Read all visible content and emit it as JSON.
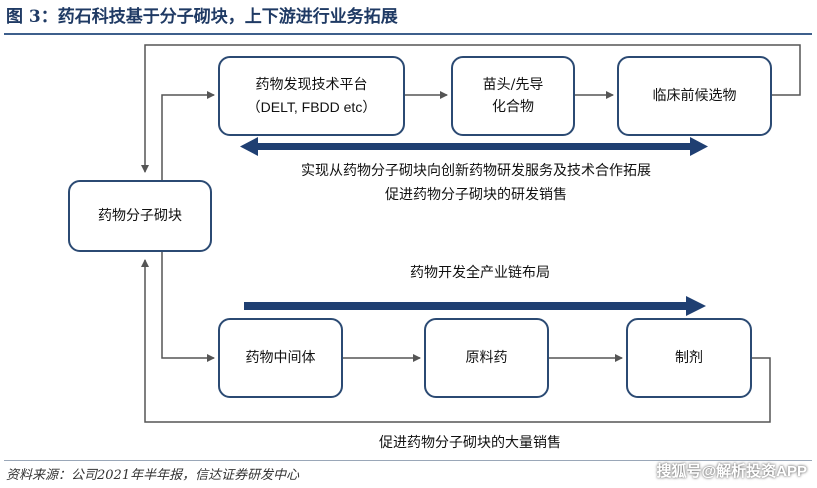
{
  "title": "图 3：药石科技基于分子砌块，上下游进行业务拓展",
  "nodes": {
    "building_blocks": "药物分子砌块",
    "discovery_platform": "药物发现技术平台",
    "discovery_platform_sub": "（DELT, FBDD etc）",
    "lead_compound": "苗头/先导化合物",
    "clinical_candidate": "临床前候选物",
    "intermediate": "药物中间体",
    "api": "原料药",
    "formulation": "制剂"
  },
  "labels": {
    "upstream_line1": "实现从药物分子砌块向创新药物研发服务及技术合作拓展",
    "upstream_line2": "促进药物分子砌块的研发销售",
    "downstream_chain": "药物开发全产业链布局",
    "bulk_sales": "促进药物分子砌块的大量销售"
  },
  "source": "资料来源：公司2021年半年报，信达证券研发中心",
  "watermark": "搜狐号@解析投资APP",
  "colors": {
    "accent": "#1f3a64",
    "box_border": "#2b4a73",
    "arrow": "#1f3f72"
  }
}
